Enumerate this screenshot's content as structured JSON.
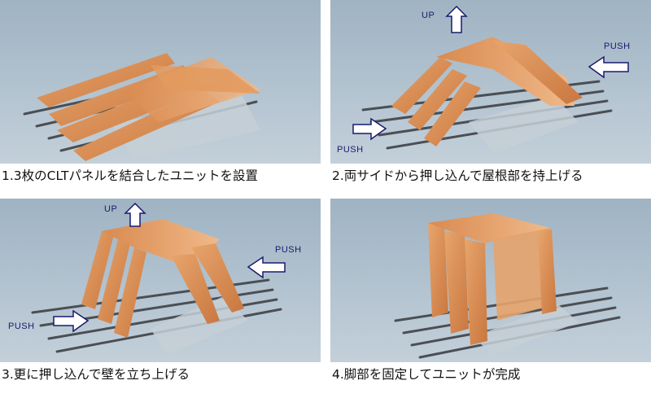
{
  "steps": [
    {
      "caption": "1.3枚のCLTパネルを結合したユニットを設置",
      "labels": []
    },
    {
      "caption": "2.両サイドから押し込んで屋根部を持上げる",
      "labels": [
        "UP",
        "PUSH",
        "PUSH"
      ]
    },
    {
      "caption": "3.更に押し込んで壁を立ち上げる",
      "labels": [
        "UP",
        "PUSH",
        "PUSH"
      ]
    },
    {
      "caption": "4.脚部を固定してユニットが完成",
      "labels": []
    }
  ],
  "colors": {
    "wood": "#d98a4f",
    "wood_dark": "#b8683a",
    "arrow": "#1a1a6e",
    "sky": "#aebfcd"
  }
}
